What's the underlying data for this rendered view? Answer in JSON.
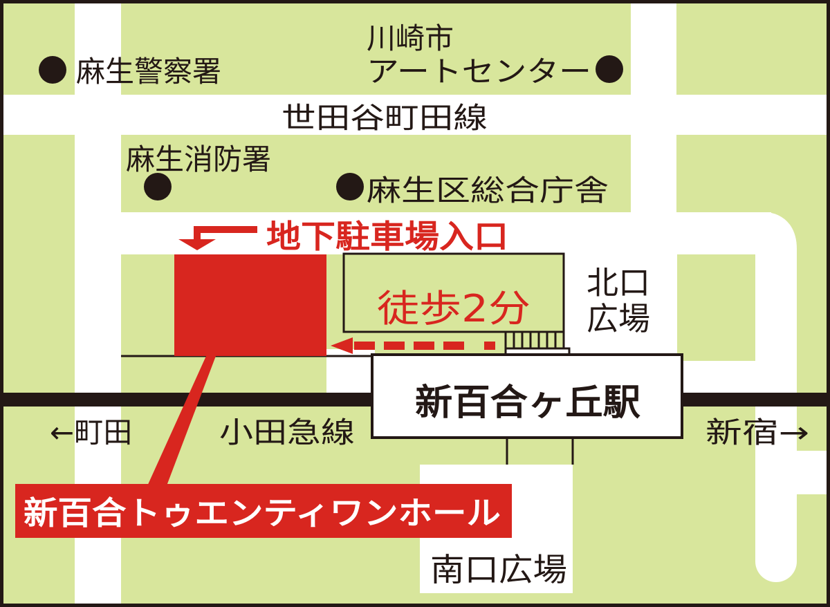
{
  "colors": {
    "block": "#d8e69c",
    "road": "#ffffff",
    "accent": "#d8261f",
    "ink": "#231815"
  },
  "landmarks": {
    "police": "麻生警察署",
    "art_center_line1": "川崎市",
    "art_center_line2": "アートセンター",
    "fire_station": "麻生消防署",
    "ward_office": "麻生区総合庁舎"
  },
  "roads": {
    "main_road": "世田谷町田線",
    "railway": "小田急線"
  },
  "directions": {
    "west": "←町田",
    "east": "新宿→"
  },
  "station": {
    "name": "新百合ヶ丘駅",
    "north_plaza_line1": "北口",
    "north_plaza_line2": "広場",
    "south_plaza": "南口広場"
  },
  "destination": {
    "name": "新百合トゥエンティワンホール",
    "parking_entrance": "地下駐車場入口",
    "walk_time": "徒歩2分"
  }
}
